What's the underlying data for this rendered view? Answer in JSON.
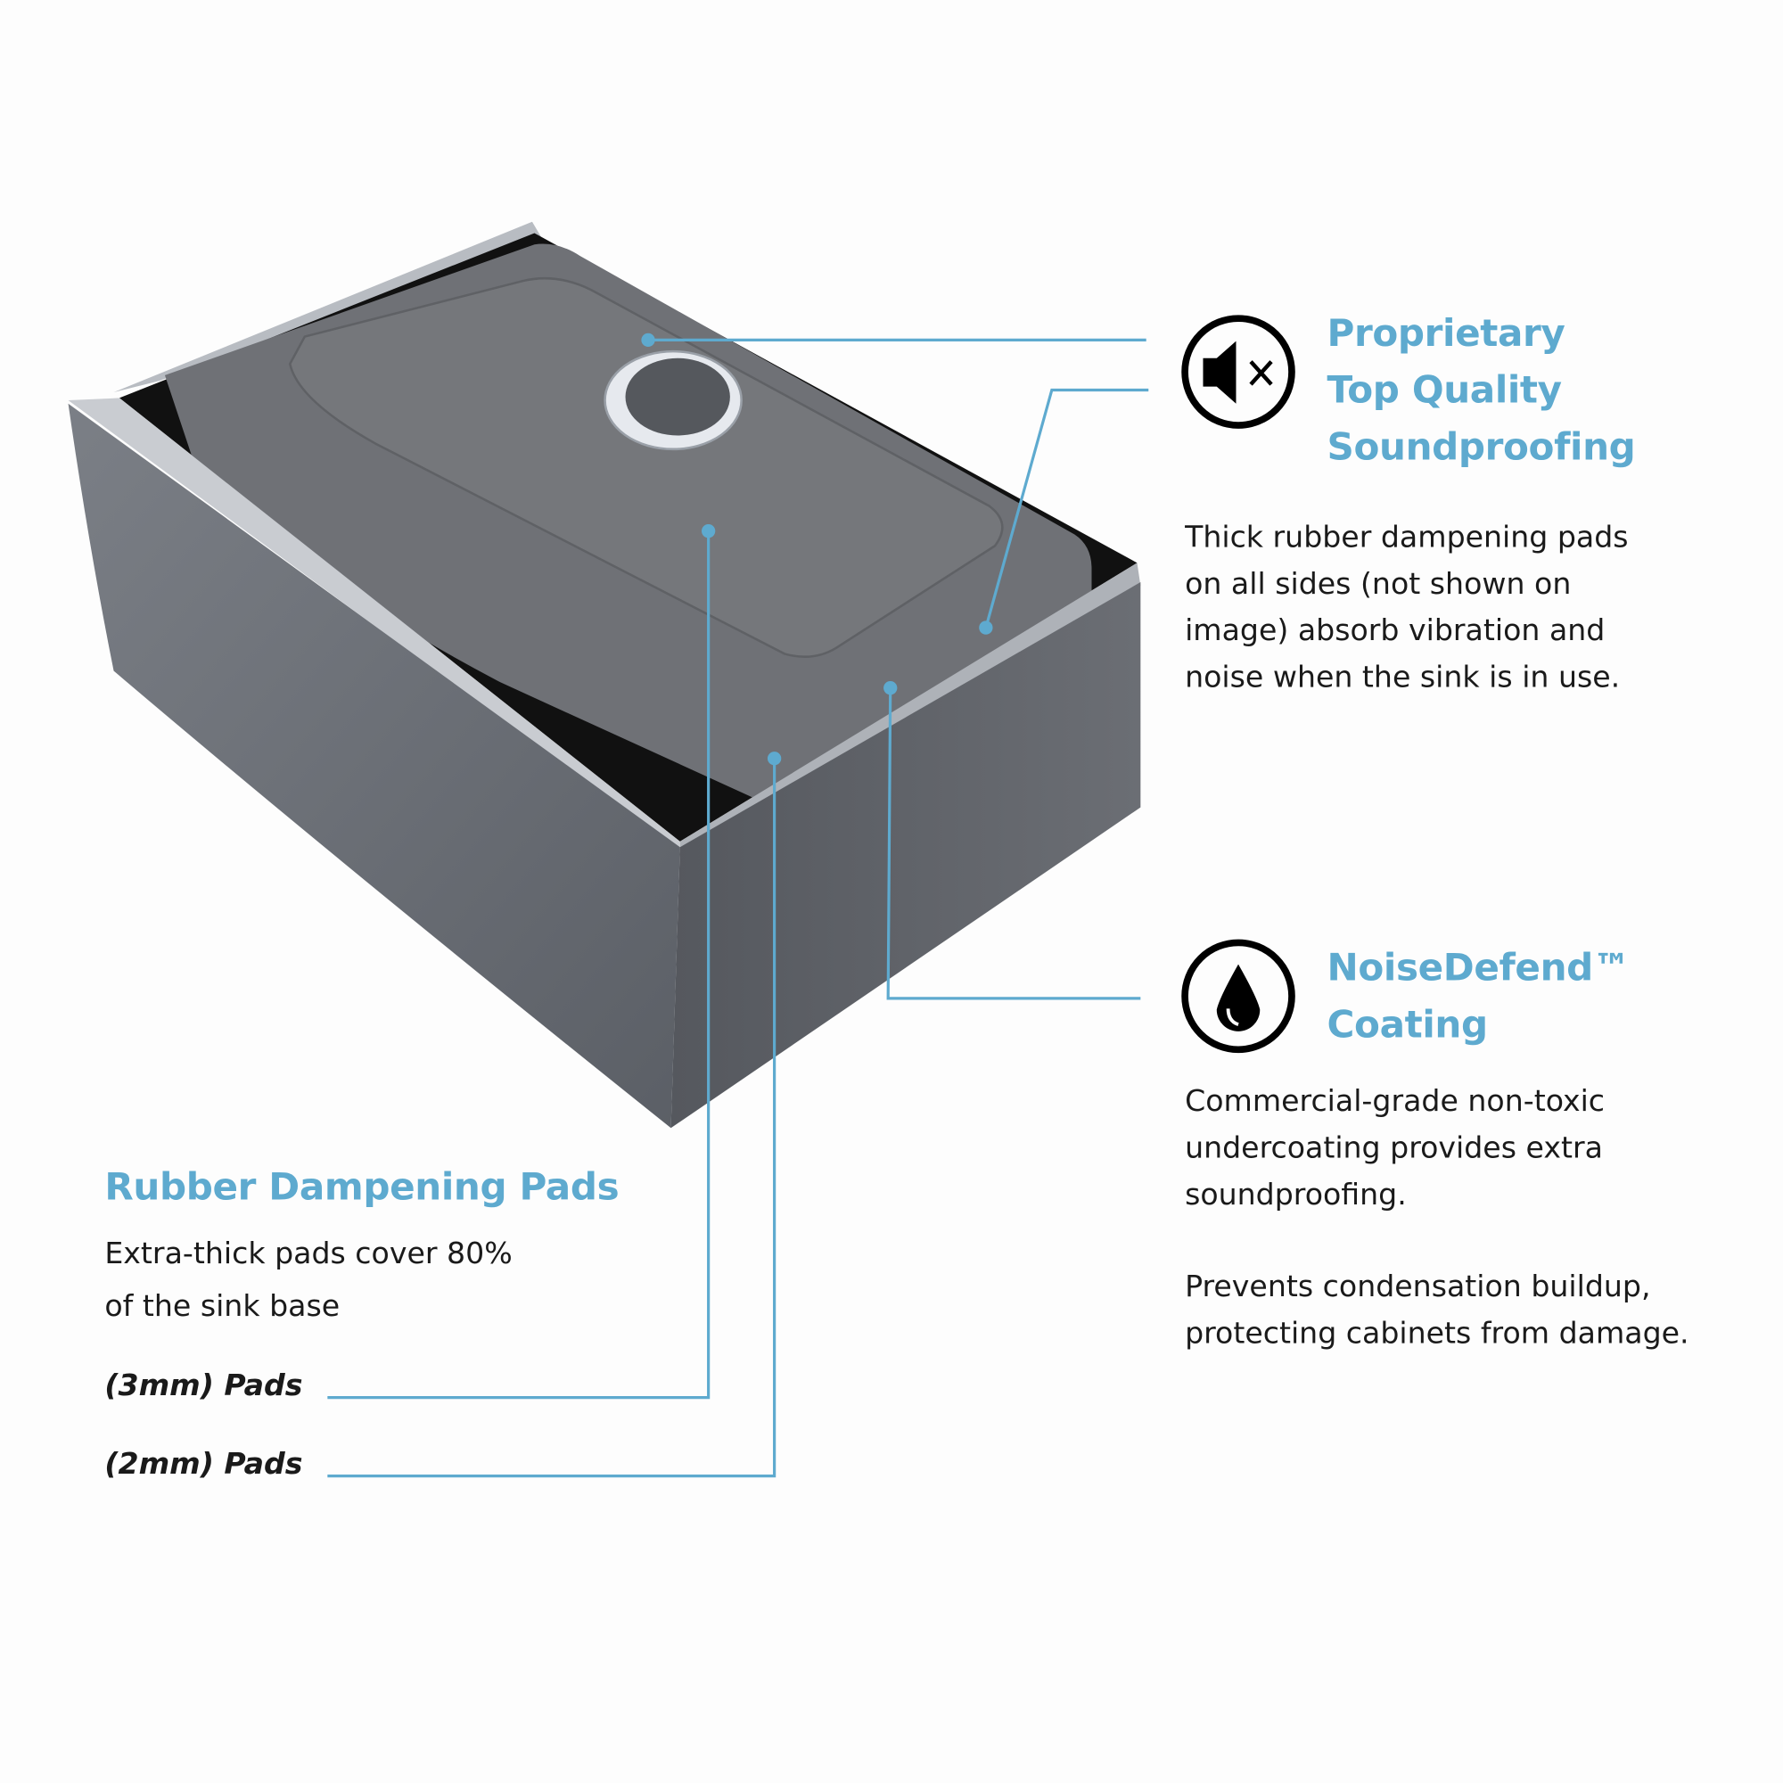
{
  "colors": {
    "accent": "#5eaacf",
    "text": "#1a1a1a"
  },
  "feature_soundproofing": {
    "icon": "speaker-mute-icon",
    "title_lines": [
      "Proprietary",
      "Top Quality",
      "Soundproofing"
    ],
    "body_lines": [
      "Thick rubber dampening pads",
      "on all sides (not shown on",
      "image) absorb vibration and",
      "noise when the sink is in use."
    ]
  },
  "feature_coating": {
    "icon": "water-drop-icon",
    "title_lines": [
      "NoiseDefend™",
      "Coating"
    ],
    "body_lines": [
      "Commercial-grade non-toxic",
      "undercoating provides extra",
      "soundproofing."
    ],
    "body2_lines": [
      "Prevents condensation buildup,",
      "protecting cabinets from damage."
    ]
  },
  "feature_pads": {
    "title": "Rubber Dampening Pads",
    "body_lines": [
      "Extra-thick pads cover 80%",
      "of the sink base"
    ],
    "pad_3mm": "(3mm) Pads",
    "pad_2mm": "(2mm) Pads"
  }
}
